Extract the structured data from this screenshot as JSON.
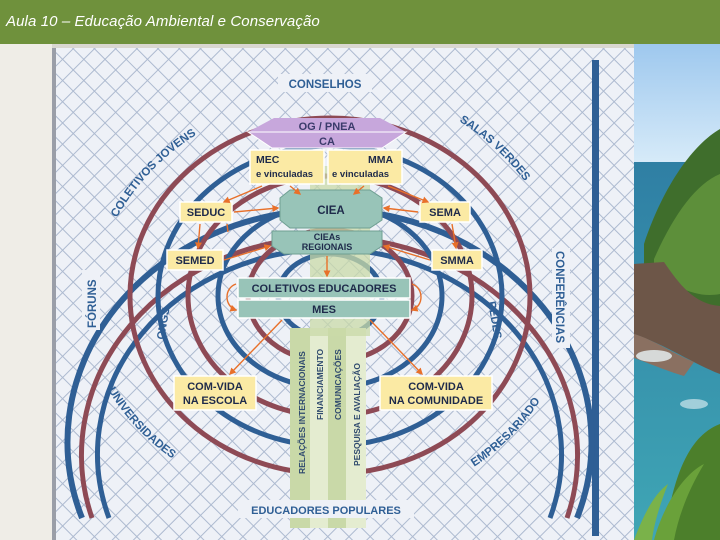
{
  "slide": {
    "title": "Aula 10 – Educação Ambiental e Conservação"
  },
  "diagram": {
    "top_label": "CONSELHOS",
    "bottom_label": "EDUCADORES POPULARES",
    "hierarchy": {
      "og_pnea": "OG / PNEA",
      "ca": "CA",
      "mec_line1": "MEC",
      "mec_line2": "e vinculadas",
      "mma_line1": "MMA",
      "mma_line2": "e vinculadas",
      "ciea": "CIEA",
      "cieas_line1": "CIEAs",
      "cieas_line2": "REGIONAIS",
      "coletivos_educadores": "COLETIVOS EDUCADORES",
      "mes": "MES"
    },
    "side_boxes": {
      "seduc": "SEDUC",
      "sema": "SEMA",
      "semed": "SEMED",
      "smma": "SMMA",
      "comvida_escola_line1": "COM-VIDA",
      "comvida_escola_line2": "NA ESCOLA",
      "comvida_comunidade_line1": "COM-VIDA",
      "comvida_comunidade_line2": "NA COMUNIDADE"
    },
    "ring_labels": {
      "coletivos_jovens": "COLETIVOS JOVENS",
      "salas_verdes": "SALAS VERDES",
      "foruns": "FÓRUNS",
      "conferencias": "CONFERÊNCIAS",
      "ongs": "ONGS",
      "redes": "REDES",
      "universidades": "UNIVERSIDADES",
      "empresariado": "EMPRESARIADO"
    },
    "columns": {
      "relacoes": "RELAÇÕES INTERNACIONAIS",
      "financiamento": "FINANCIAMENTO",
      "comunicacoes": "COMUNICAÇÕES",
      "pesquisa": "PESQUISA E AVALIAÇÃO"
    },
    "colors": {
      "ring_blue": "#2f5f95",
      "ring_maroon": "#8e4a55",
      "box_yellow": "#fbeaa4",
      "box_teal": "#98c4b8",
      "purple": "#c7a7dc",
      "arrow_orange": "#e8702a",
      "column_green": "#c9d9a8"
    }
  }
}
